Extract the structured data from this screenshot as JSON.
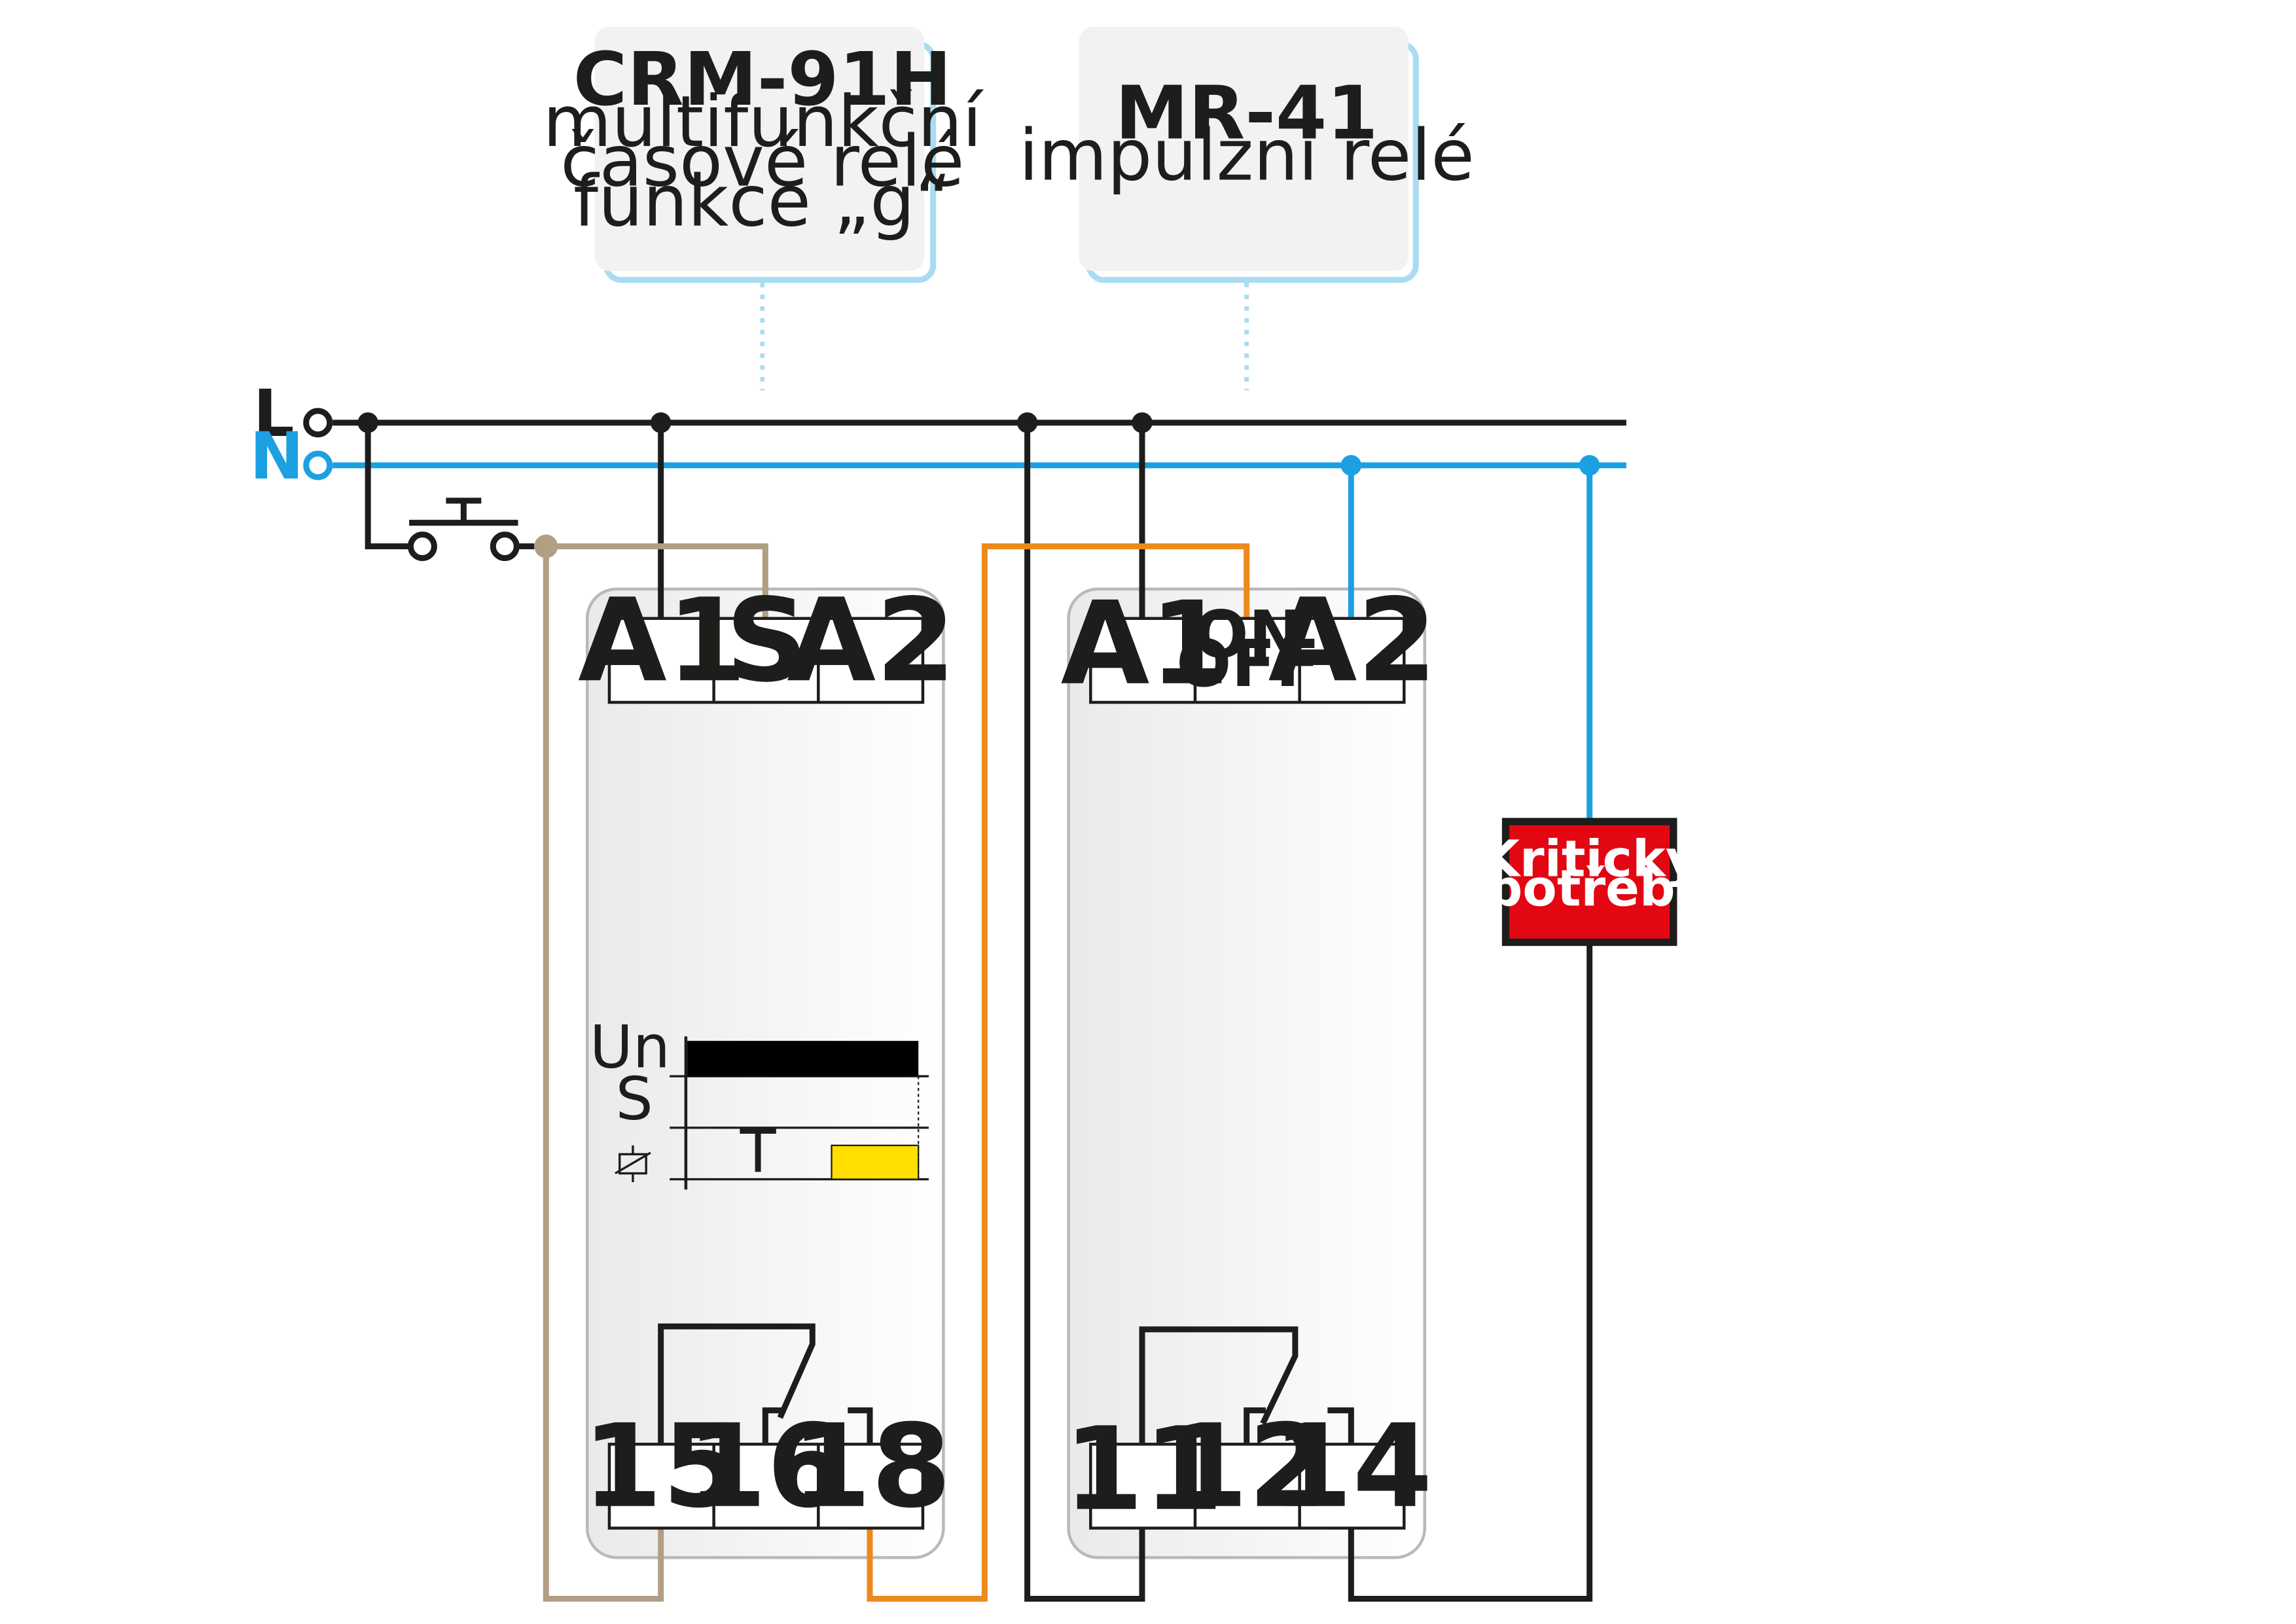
{
  "colors": {
    "L": "#1d1d1b",
    "N": "#1ba0e2",
    "beige": "#b09f83",
    "orange": "#ec8a1c",
    "load_fill": "#e30613",
    "timing_bar": "#000000",
    "timing_yellow": "#ffde00",
    "label_shadow": "#a9dcf3"
  },
  "rails": {
    "L": "L",
    "N": "N"
  },
  "labels": {
    "crm": {
      "name": "CRM-91H",
      "line1": "multifunkční",
      "line2": "časové relé",
      "line3": "funkce „g“"
    },
    "mr": {
      "name": "MR-41",
      "line1": "impulzní relé"
    }
  },
  "crm_device": {
    "top_terminals": [
      "A1",
      "S",
      "A2"
    ],
    "bottom_terminals": [
      "15",
      "16",
      "18"
    ],
    "timing": {
      "rows": [
        "Un",
        "S",
        "relay-coil-symbol"
      ],
      "t_label": "T"
    }
  },
  "mr_device": {
    "top_terminals": [
      "A1",
      "ON",
      "OFF",
      "A2"
    ],
    "bottom_terminals": [
      "11",
      "12",
      "14"
    ]
  },
  "load": {
    "line1": "Kritický",
    "line2": "spotřebič"
  }
}
